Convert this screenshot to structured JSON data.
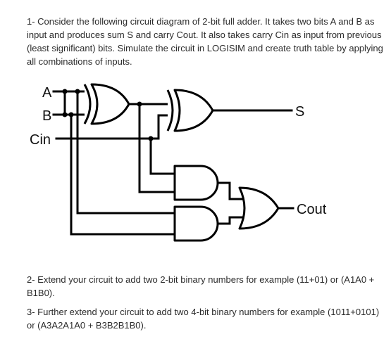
{
  "question_1": "1- Consider the following circuit diagram of 2-bit full adder. It takes two bits A and B as input and produces sum S and carry Cout. It also takes carry Cin as input from previous (least significant) bits. Simulate the circuit in LOGISIM and create truth table by applying all combinations of inputs.",
  "question_2": "2- Extend your circuit to add two 2-bit binary numbers for example (11+01) or (A1A0 + B1B0).",
  "question_3": "3- Further extend your circuit to add two 4-bit binary numbers for example (1011+0101) or (A3A2A1A0 + B3B2B1B0).",
  "diagram": {
    "input_a": "A",
    "input_b": "B",
    "input_cin": "Cin",
    "output_s": "S",
    "output_cout": "Cout"
  }
}
